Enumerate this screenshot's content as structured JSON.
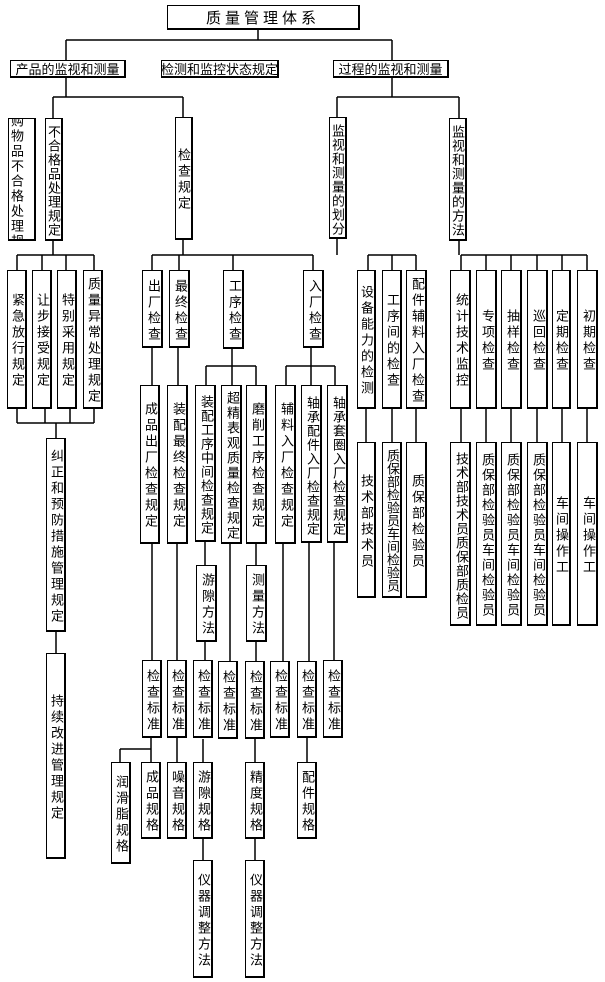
{
  "title": "质量管理体系",
  "level1": {
    "product": "产品的监视和测量",
    "status": "检测和监控状态规定",
    "process": "过程的监视和测量"
  },
  "nodes": {
    "outsourced_col1": "外购物品不合格",
    "outsourced_col2": "处理规定",
    "nonconforming": "不合格品处理规定",
    "inspection_rules": "检查规定",
    "emergency": "紧急放行规定",
    "concession": "让步接受规定",
    "special_use": "特别采用规定",
    "quality_abnormal": "质量异常处理规定",
    "corrective": "纠正和预防措施管理规定",
    "continuous": "持续改进管理规定",
    "outgoing": "出厂检查",
    "final": "最终检查",
    "process_insp": "工序检查",
    "incoming": "入厂检查",
    "finished_outgoing": "成品出厂检查规定",
    "assembly_final": "装配最终检查规定",
    "assembly_mid": "装配工序中间检查规定",
    "superfinish": "超精表观质量检查规定",
    "grinding": "磨削工序检查规定",
    "aux_incoming": "辅料入厂检查规定",
    "parts_incoming": "轴承配件入厂检查规定",
    "ring_incoming": "轴承套圈入厂检查规定",
    "clearance_method": "游隙方法",
    "measure_method": "测量方法",
    "std": "检查标准",
    "grease_spec": "润滑脂规格",
    "product_spec": "成品规格",
    "noise_spec": "噪音规格",
    "clearance_spec": "游隙规格",
    "precision_spec": "精度规格",
    "parts_spec": "配件规格",
    "instrument_adjust": "仪器调整方法",
    "division": "监视和测量的划分",
    "methods": "监视和测量的方法",
    "equipment": "设备能力的检测",
    "between_process": "工序间的检查",
    "parts_aux_incoming": "配件辅料入厂检查",
    "tech_staff": "技术部技术员",
    "qa_workshop": "质保部检验员车间检验员",
    "qa_inspector": "质保部检验员",
    "stat_control": "统计技术监控",
    "special_insp": "专项检查",
    "sampling": "抽样检查",
    "patrol": "巡回检查",
    "periodic": "定期检查",
    "initial": "初期检查",
    "tech_qa": "技术部技术员质保部质检员",
    "operator": "车间操作工"
  }
}
